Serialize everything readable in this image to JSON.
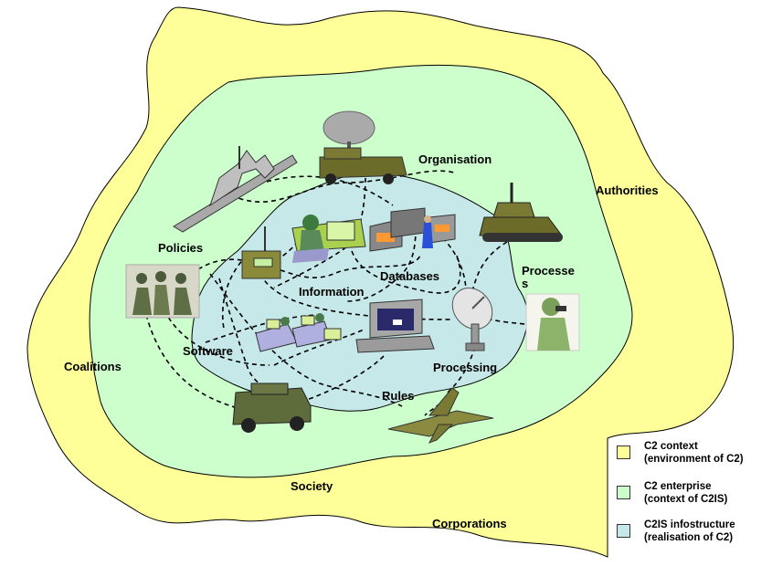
{
  "regions": {
    "outer": {
      "color": "#FFFF99"
    },
    "middle": {
      "color": "#CCFFCC"
    },
    "inner": {
      "color": "#C6E8E8"
    }
  },
  "labels": {
    "organisation": "Organisation",
    "authorities": "Authorities",
    "policies": "Policies",
    "processes_line1": "Processe",
    "processes_line2": "s",
    "databases": "Databases",
    "information": "Information",
    "software": "Software",
    "coalitions": "Coalitions",
    "processing": "Processing",
    "rules": "Rules",
    "society": "Society",
    "corporations": "Corporations"
  },
  "legend": [
    {
      "line1": "C2 context",
      "line2": "(environment of C2)",
      "color": "#FFFF99"
    },
    {
      "line1": "C2 enterprise",
      "line2": "(context of C2IS)",
      "color": "#CCFFCC"
    },
    {
      "line1": "C2IS infostructure",
      "line2": "(realisation of C2)",
      "color": "#C6E8E8"
    }
  ],
  "icons": [
    "radar-truck-icon",
    "warship-icon",
    "radio-icon",
    "operator-console-icon",
    "server-rack-icon",
    "tank-icon",
    "soldiers-group-icon",
    "satellite-dish-icon",
    "soldier-binoculars-icon",
    "computer-workstation-icon",
    "office-workers-icon",
    "humvee-icon",
    "fighter-jet-icon"
  ]
}
